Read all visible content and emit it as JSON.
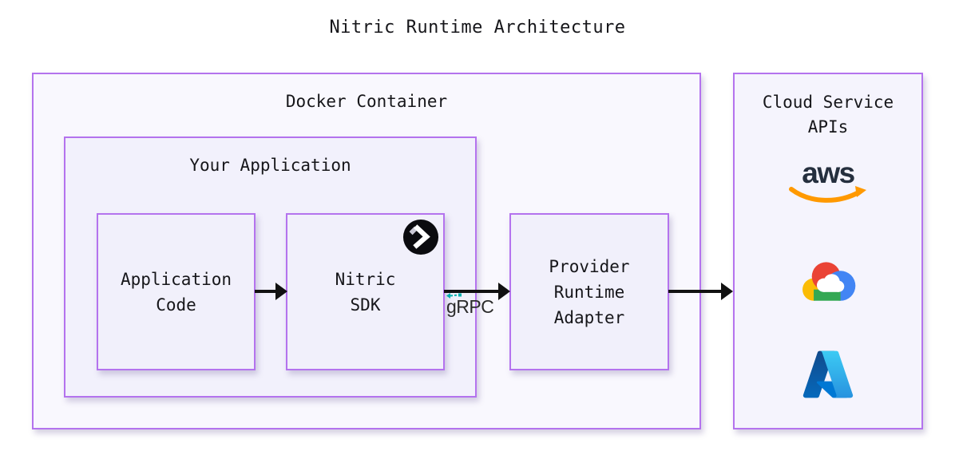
{
  "title": "Nitric Runtime Architecture",
  "docker_container": {
    "label": "Docker Container"
  },
  "your_application": {
    "label": "Your Application"
  },
  "application_code": {
    "line1": "Application",
    "line2": "Code"
  },
  "nitric_sdk": {
    "line1": "Nitric",
    "line2": "SDK",
    "logo": "nitric-logo"
  },
  "provider_adapter": {
    "line1": "Provider",
    "line2": "Runtime",
    "line3": "Adapter"
  },
  "grpc": {
    "label": "gRPC"
  },
  "cloud_services": {
    "line1": "Cloud Service",
    "line2": "APIs",
    "aws_text": "aws",
    "providers": [
      "aws",
      "google-cloud",
      "azure"
    ]
  },
  "colors": {
    "box_border": "#B473EE",
    "box_fill_outer": "#F9F8FE",
    "box_fill_inner": "#F1F0FB",
    "arrow": "#111111",
    "grpc_teal": "#00B0AD",
    "aws_navy": "#252F3E",
    "aws_orange": "#FF9900",
    "gcp_red": "#EA4335",
    "gcp_blue": "#4285F4",
    "gcp_yellow": "#FBBC05",
    "gcp_green": "#34A853",
    "azure_blue_dark": "#114A8B",
    "azure_blue_light": "#3CCBF4",
    "nitric_black": "#0B0B0F"
  }
}
